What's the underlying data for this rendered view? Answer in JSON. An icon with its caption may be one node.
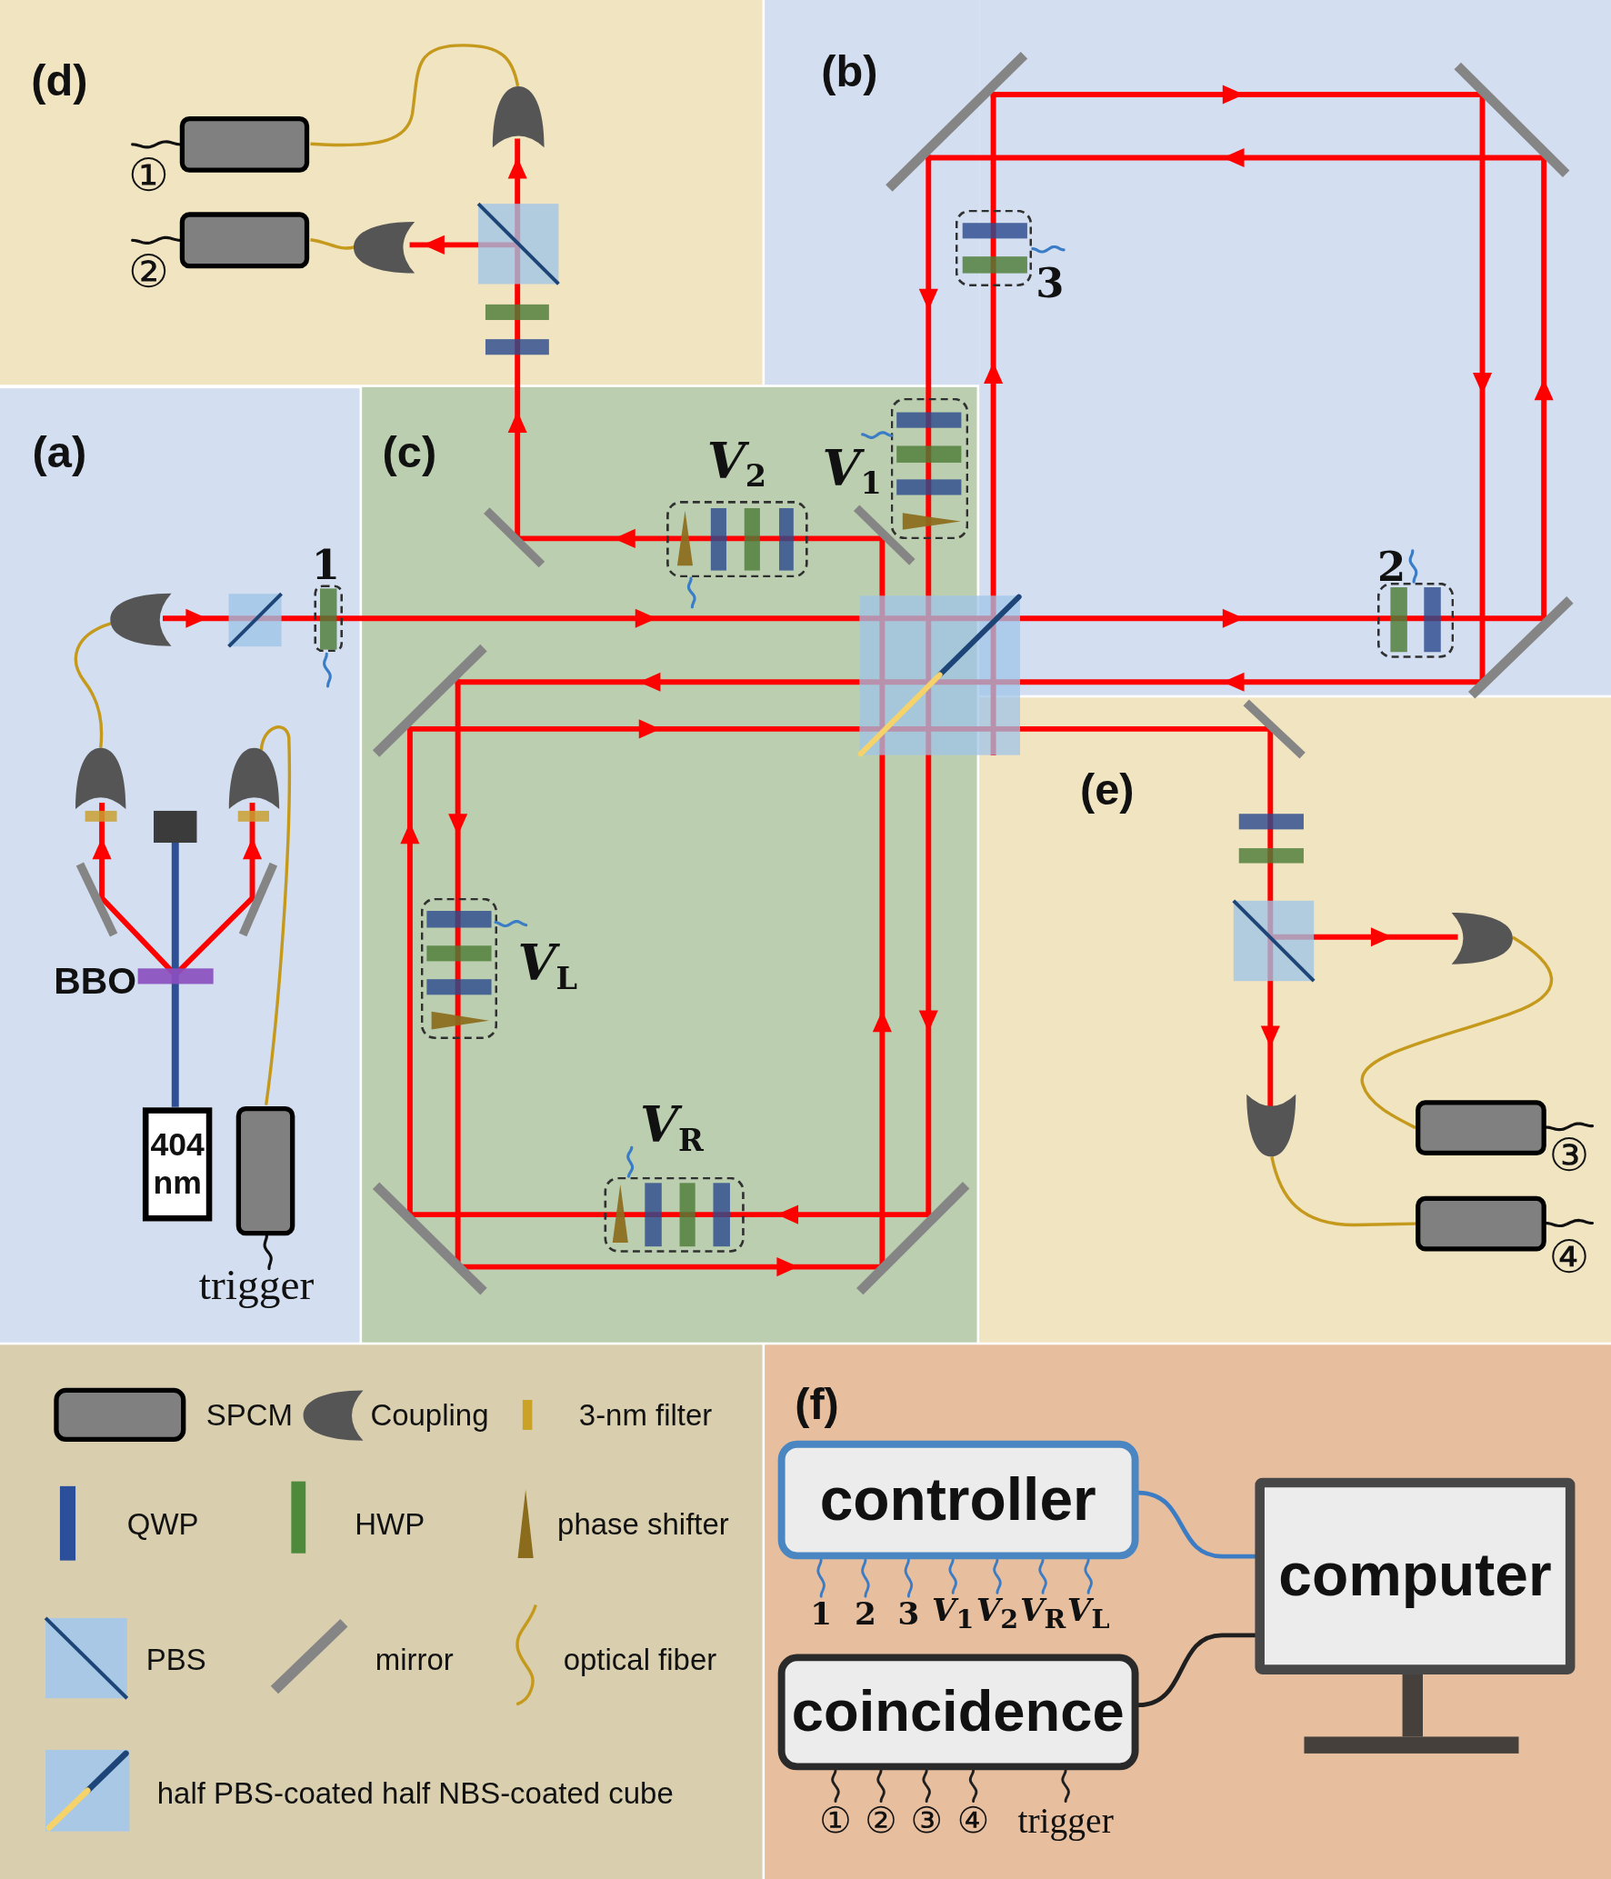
{
  "diagram": {
    "nodes": [
      {
        "text": [
          "(d)"
        ]
      },
      {
        "text": [],
        "shape": "box",
        "beside": [
          "①"
        ],
        "in": 0
      },
      {
        "text": [],
        "shape": "box",
        "beside": [
          "②"
        ],
        "in": 0
      },
      {
        "text": [
          "(b)"
        ]
      },
      {
        "text": [
          "3"
        ],
        "in": 3
      },
      {
        "text": [
          "2"
        ],
        "in": 3
      },
      {
        "text": [
          "(a)"
        ]
      },
      {
        "text": [
          "1"
        ],
        "in": 6
      },
      {
        "text": [
          "BBO"
        ],
        "in": 6
      },
      {
        "text": [
          "404 nm"
        ],
        "in": 6
      },
      {
        "text": [],
        "shape": "box",
        "beside": [
          "trigger"
        ],
        "in": 6
      },
      {
        "text": [
          "(c)"
        ]
      },
      {
        "text": [
          "*V*$_{1}$"
        ],
        "in": 11
      },
      {
        "text": [
          "*V*$_{2}$"
        ],
        "in": 11
      },
      {
        "text": [
          "*V*$_{L}$"
        ],
        "in": 11
      },
      {
        "text": [
          "*V*$_{R}$"
        ],
        "in": 11
      },
      {
        "text": [
          "(e)"
        ]
      },
      {
        "text": [],
        "shape": "box",
        "beside": [
          "③"
        ],
        "in": 16
      },
      {
        "text": [],
        "shape": "box",
        "beside": [
          "④"
        ],
        "in": 16
      },
      {
        "text": [
          "(f)"
        ]
      },
      {
        "text": [
          "controller"
        ],
        "in": 19
      },
      {
        "text": [
          "computer"
        ],
        "in": 19
      },
      {
        "text": [
          "1"
        ],
        "in": 19
      },
      {
        "text": [
          "2"
        ],
        "in": 19
      },
      {
        "text": [
          "3"
        ],
        "in": 19
      },
      {
        "text": [
          "*V*$_{1}$"
        ],
        "in": 19
      },
      {
        "text": [
          "*V*$_{2}$"
        ],
        "in": 19
      },
      {
        "text": [
          "*V*$_{R}$"
        ],
        "in": 19
      },
      {
        "text": [
          "*V*$_{L}$"
        ],
        "in": 19
      },
      {
        "text": [
          "coincidence"
        ],
        "in": 19
      },
      {
        "text": [
          "①"
        ],
        "in": 19
      },
      {
        "text": [
          "②"
        ],
        "in": 19
      },
      {
        "text": [
          "③"
        ],
        "in": 19
      },
      {
        "text": [
          "④"
        ],
        "in": 19
      },
      {
        "text": [
          "trigger"
        ],
        "in": 19
      }
    ],
    "edges": [
      {
        "from": 20,
        "to": 21,
        "arrow": "none"
      },
      {
        "from": 29,
        "to": 21,
        "arrow": "none",
        "color": "#1f1f1f"
      },
      {
        "from": 20,
        "to": 22,
        "arrow": "none"
      },
      {
        "from": 20,
        "to": 23,
        "arrow": "none"
      },
      {
        "from": 20,
        "to": 24,
        "arrow": "none"
      },
      {
        "from": 20,
        "to": 25,
        "arrow": "none"
      },
      {
        "from": 20,
        "to": 26,
        "arrow": "none"
      },
      {
        "from": 20,
        "to": 27,
        "arrow": "none"
      },
      {
        "from": 20,
        "to": 28,
        "arrow": "none"
      },
      {
        "from": 29,
        "to": 30,
        "arrow": "none",
        "color": "#1f1f1f"
      },
      {
        "from": 29,
        "to": 31,
        "arrow": "none",
        "color": "#1f1f1f"
      },
      {
        "from": 29,
        "to": 32,
        "arrow": "none",
        "color": "#1f1f1f"
      },
      {
        "from": 29,
        "to": 33,
        "arrow": "none",
        "color": "#1f1f1f"
      },
      {
        "from": 29,
        "to": 34,
        "arrow": "none",
        "color": "#1f1f1f"
      }
    ],
    "legend": [
      {
        "text": "SPCM"
      },
      {
        "text": "Coupling"
      },
      {
        "text": "3-nm filter",
        "color": "#c9a227"
      },
      {
        "text": "QWP",
        "color": "#2b4f9a"
      },
      {
        "text": "HWP",
        "color": "#4e8a3c"
      },
      {
        "text": "phase shifter"
      },
      {
        "text": "PBS"
      },
      {
        "text": "mirror"
      },
      {
        "text": "optical fiber"
      },
      {
        "text": "half PBS-coated half NBS-coated cube"
      }
    ]
  }
}
